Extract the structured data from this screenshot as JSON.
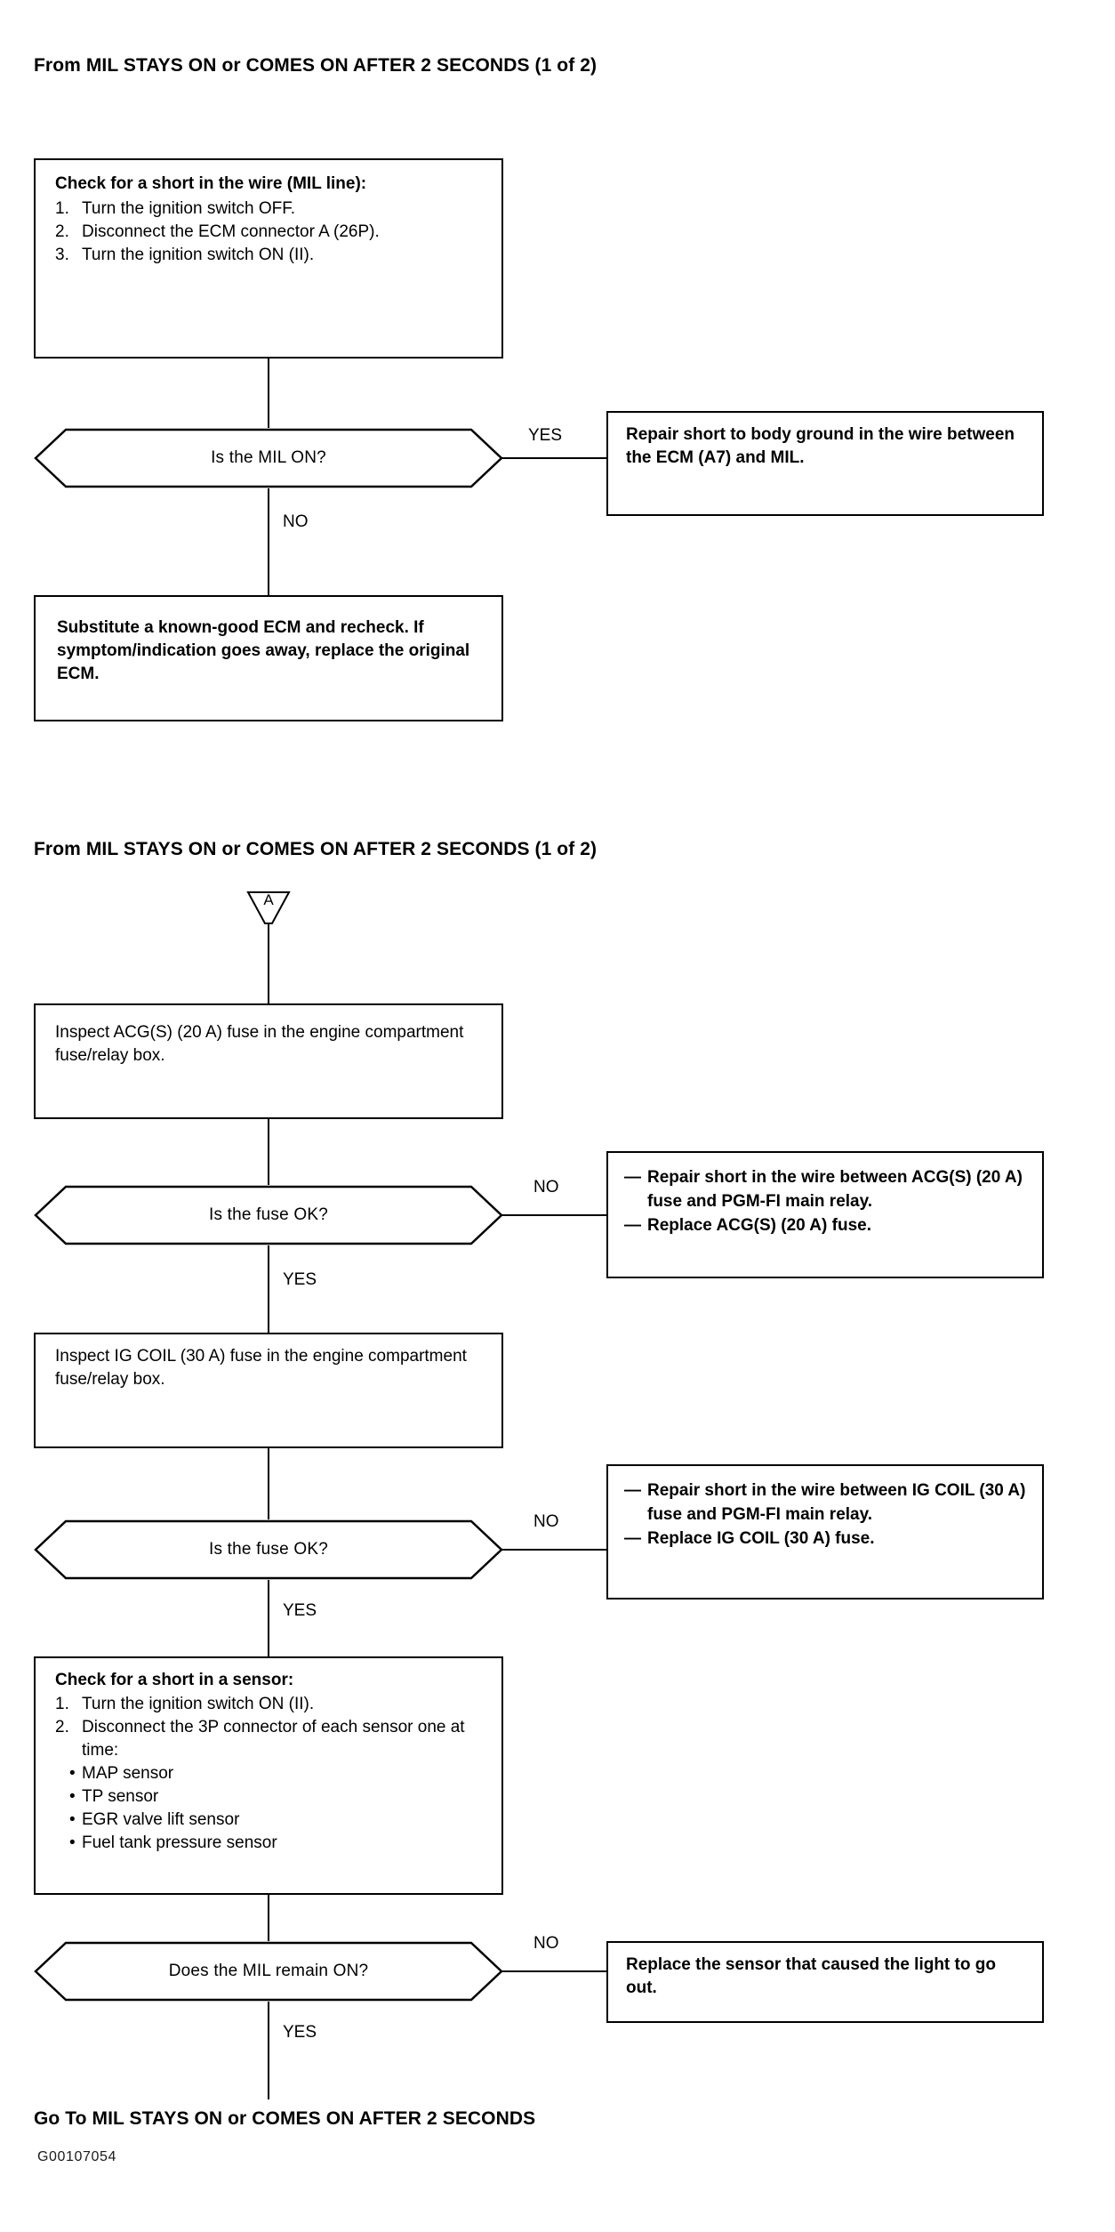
{
  "page": {
    "reference_code": "G00107054",
    "ink_color": "#000000",
    "background_color": "#ffffff"
  },
  "section1": {
    "header": "From MIL STAYS ON or COMES ON  AFTER 2 SECONDS (1 of 2)",
    "step1": {
      "title": "Check for a short in the wire (MIL line):",
      "items": [
        {
          "num": "1.",
          "text": "Turn the ignition switch OFF."
        },
        {
          "num": "2.",
          "text": "Disconnect the ECM connector A (26P)."
        },
        {
          "num": "3.",
          "text": "Turn the ignition switch ON (II)."
        }
      ]
    },
    "decision1": {
      "question": "Is the MIL ON?",
      "yes_label": "YES",
      "no_label": "NO"
    },
    "action1": "Repair short to body ground in the wire between the ECM (A7) and MIL.",
    "final1": "Substitute a known-good ECM and recheck. If symptom/indication goes away, replace the original ECM."
  },
  "section2": {
    "header": "From MIL STAYS ON or COMES ON  AFTER 2 SECONDS (1 of 2)",
    "connector_label": "A",
    "step_acg": "Inspect ACG(S) (20 A) fuse in the engine compartment fuse/relay box.",
    "decision_acg": {
      "question": "Is the fuse OK?",
      "no_label": "NO",
      "yes_label": "YES"
    },
    "action_acg": [
      "Repair short in the wire between ACG(S) (20 A) fuse and PGM-FI main relay.",
      "Replace ACG(S) (20 A) fuse."
    ],
    "step_igcoil": "Inspect IG COIL (30 A) fuse in the engine compartment fuse/relay box.",
    "decision_igcoil": {
      "question": "Is the fuse OK?",
      "no_label": "NO",
      "yes_label": "YES"
    },
    "action_igcoil": [
      "Repair short in the wire between IG COIL (30 A) fuse and PGM-FI main relay.",
      "Replace IG COIL (30 A) fuse."
    ],
    "step_sensor": {
      "title": "Check for a short in a sensor:",
      "items": [
        {
          "num": "1.",
          "text": "Turn the ignition switch ON (II)."
        },
        {
          "num": "2.",
          "text": "Disconnect the 3P connector of each sensor one at time:"
        }
      ],
      "bullets": [
        "MAP sensor",
        "TP sensor",
        "EGR valve lift sensor",
        "Fuel tank pressure sensor"
      ]
    },
    "decision_mil": {
      "question": "Does the MIL remain ON?",
      "no_label": "NO",
      "yes_label": "YES"
    },
    "action_mil": "Replace the sensor that caused the light to go out.",
    "footer": "Go To MIL STAYS ON or COMES ON  AFTER 2 SECONDS"
  }
}
